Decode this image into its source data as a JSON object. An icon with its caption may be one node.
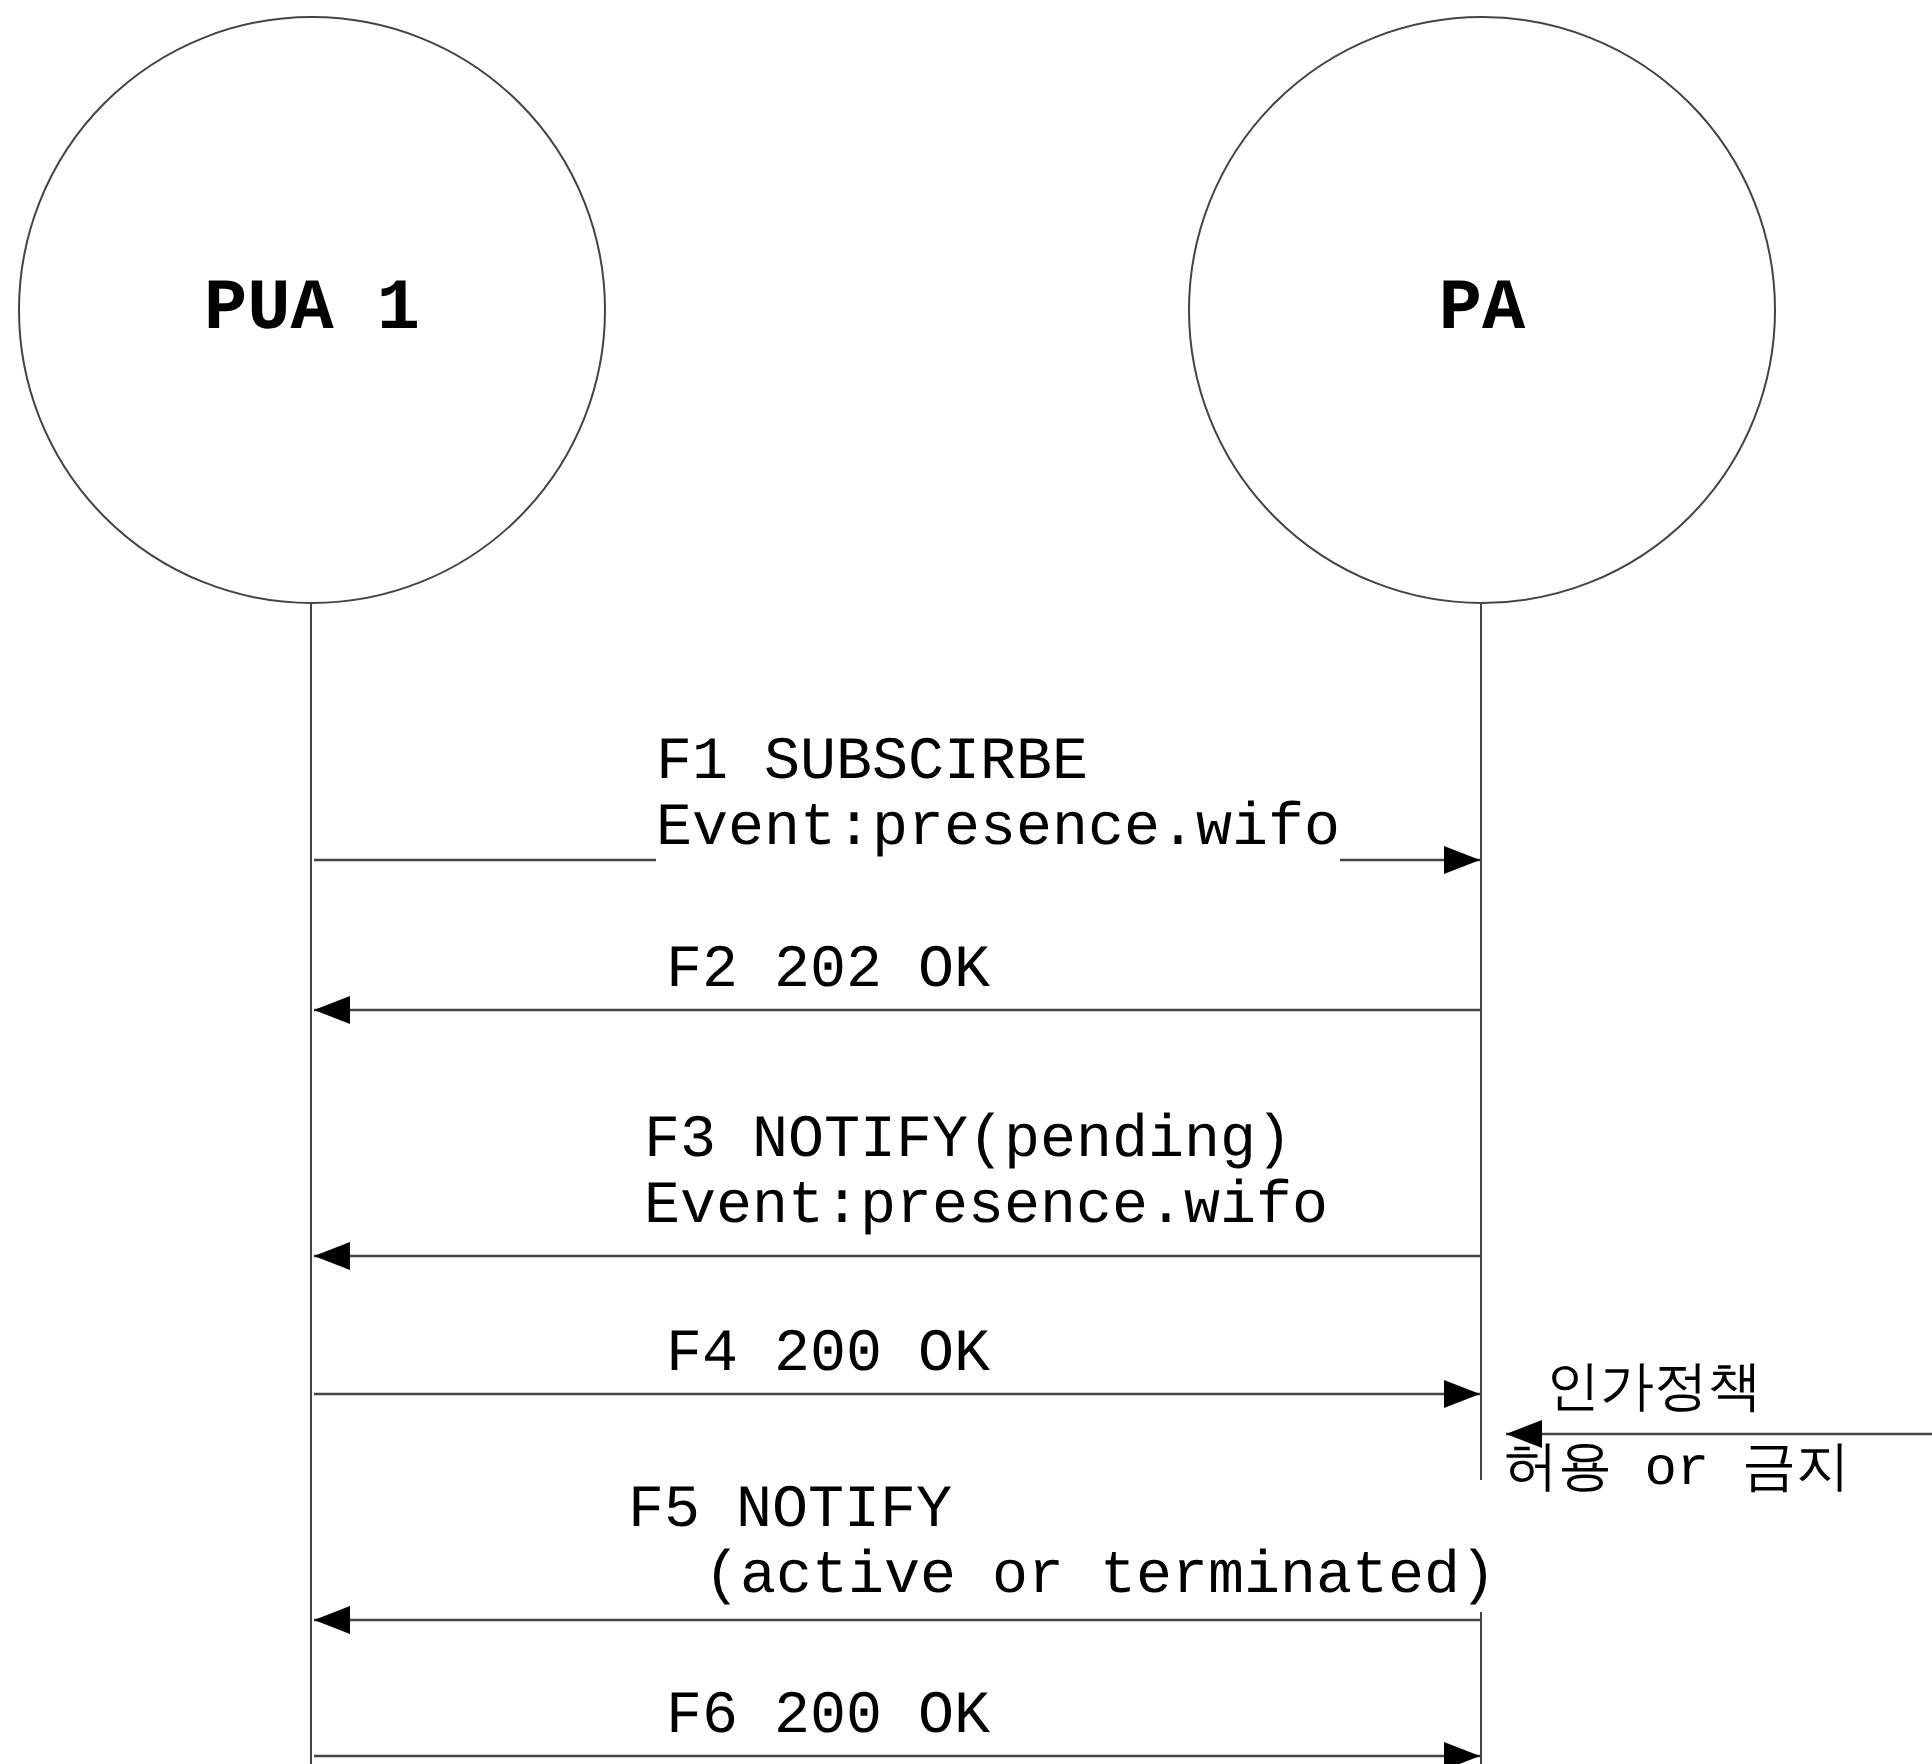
{
  "diagram": {
    "nodes": [
      {
        "text": [
          "PUA 1"
        ]
      },
      {
        "text": [
          "PA"
        ]
      },
      {
        "text": [],
        "shape": "line"
      },
      {
        "text": [],
        "shape": "line"
      }
    ],
    "edges": [
      {
        "from": 2,
        "to": 3,
        "arrow": "to",
        "label": "F1 SUBSCIRBE Event:presence.wifo"
      },
      {
        "from": 3,
        "to": 2,
        "arrow": "to",
        "label": "F2 202 OK"
      },
      {
        "from": 3,
        "to": 2,
        "arrow": "to",
        "label": "F3 NOTIFY(pending) Event:presence.wifo"
      },
      {
        "from": 2,
        "to": 3,
        "arrow": "to",
        "label": "F4 200 OK"
      },
      {
        "from": 3,
        "to": 2,
        "arrow": "to",
        "label": "F5 NOTIFY (active or terminated)"
      },
      {
        "from": 2,
        "to": 3,
        "arrow": "to",
        "label": "F6 200 OK"
      },
      {
        "from": null,
        "to": 3,
        "arrow": "to"
      }
    ],
    "labels": [
      "인가정책",
      "허용 or 금지"
    ]
  }
}
